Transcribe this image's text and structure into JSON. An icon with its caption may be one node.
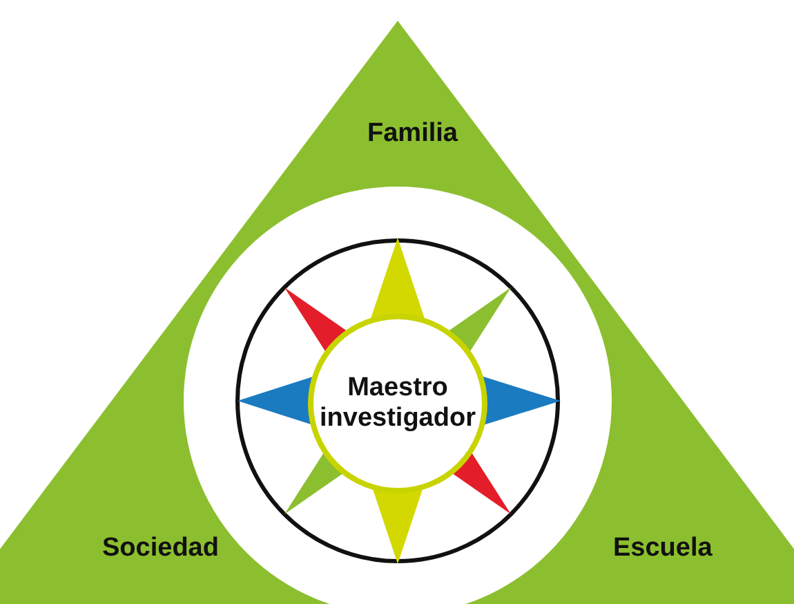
{
  "diagram": {
    "nodes": [
      {
        "text": [
          "Familia"
        ]
      },
      {
        "text": [
          "Sociedad"
        ]
      },
      {
        "text": [
          "Escuela"
        ]
      },
      {
        "text": [
          "Maestro investigador"
        ]
      }
    ]
  }
}
